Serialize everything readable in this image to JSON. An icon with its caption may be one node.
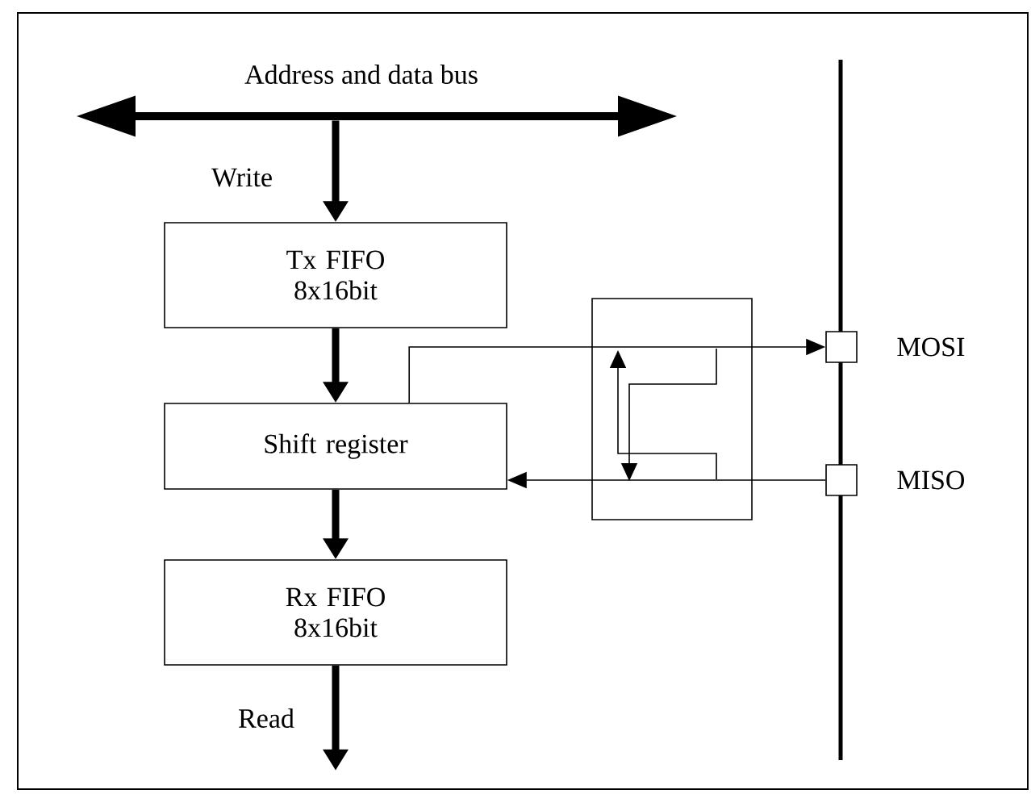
{
  "diagram": {
    "nodes": [
      {
        "text": [
          "Address and data bus"
        ]
      },
      {
        "text": [
          "Tx FIFO 8x16bit"
        ]
      },
      {
        "text": [
          "Shift register"
        ]
      },
      {
        "text": [
          "Rx FIFO 8x16bit"
        ]
      },
      {
        "text": [],
        "shape": "box",
        "beside": [
          "MOSI"
        ]
      },
      {
        "text": [],
        "shape": "box",
        "beside": [
          "MISO"
        ]
      }
    ],
    "edges": [
      {
        "from": 0,
        "to": 1,
        "arrow": "to",
        "label": "Write"
      },
      {
        "from": 1,
        "to": 2,
        "arrow": "to"
      },
      {
        "from": 2,
        "to": 3,
        "arrow": "to"
      },
      {
        "from": 3,
        "to": null,
        "arrow": "to",
        "label": "Read"
      },
      {
        "from": 2,
        "to": 4,
        "arrow": "to"
      },
      {
        "from": 5,
        "to": 2,
        "arrow": "to"
      }
    ]
  }
}
